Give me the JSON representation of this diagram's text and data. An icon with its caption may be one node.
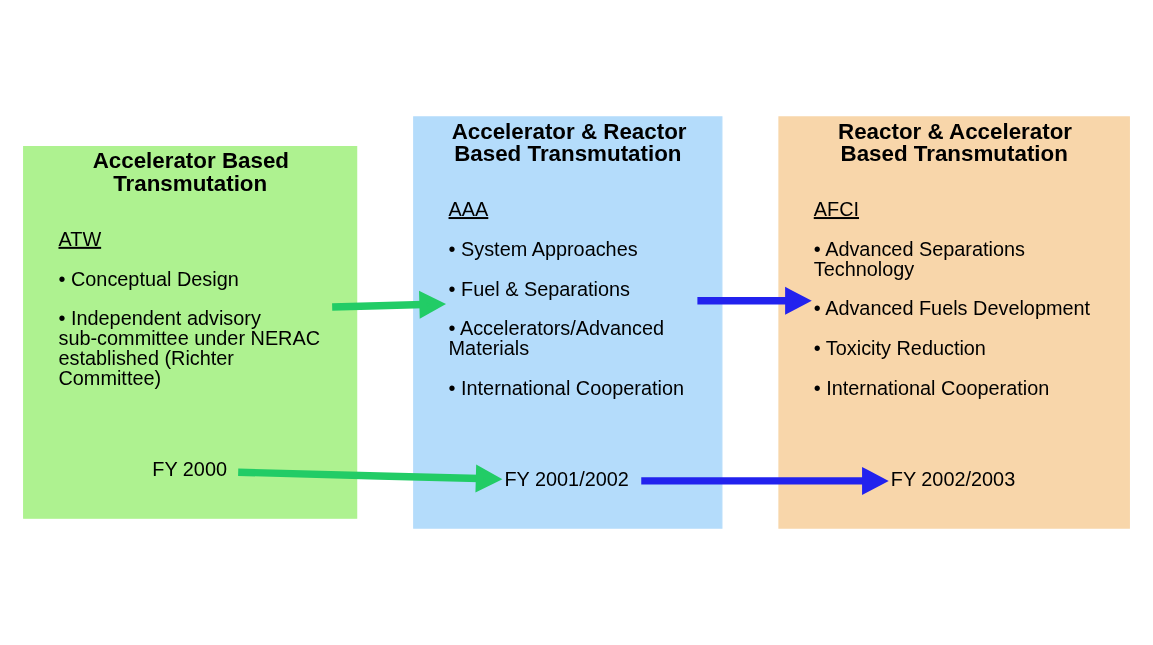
{
  "diagram": {
    "nodes": [
      {
        "text": [
          "Accelerator Based Transmutation"
        ]
      },
      {
        "text": [
          "ATW"
        ],
        "in": 0,
        "beside": [
          "• Conceptual Design",
          "• Independent advisory sub-committee under NERAC established (Richter Committee)"
        ]
      },
      {
        "text": [
          "FY 2000"
        ],
        "in": 0
      },
      {
        "text": [
          "Accelerator & Reactor Based Transmutation"
        ]
      },
      {
        "text": [
          "AAA"
        ],
        "in": 3,
        "beside": [
          "• System Approaches",
          "• Fuel & Separations",
          "• Accelerators/Advanced Materials",
          "• International Cooperation"
        ]
      },
      {
        "text": [
          "FY 2001/2002"
        ],
        "in": 3
      },
      {
        "text": [
          "Reactor & Accelerator Based Transmutation"
        ]
      },
      {
        "text": [
          "AFCI"
        ],
        "in": 6,
        "beside": [
          "• Advanced Separations Technology",
          "• Advanced Fuels Development",
          "• Toxicity Reduction",
          "• International Cooperation"
        ]
      },
      {
        "text": [
          "FY 2002/2003"
        ],
        "in": 6
      }
    ],
    "edges": [
      {
        "from": 1,
        "to": 4,
        "arrow": "to",
        "color": "#22cc66"
      },
      {
        "from": 4,
        "to": 7,
        "arrow": "to",
        "color": "#2222ee"
      },
      {
        "from": 2,
        "to": 5,
        "arrow": "to",
        "color": "#22cc66"
      },
      {
        "from": 5,
        "to": 8,
        "arrow": "to",
        "color": "#2222ee"
      }
    ]
  }
}
